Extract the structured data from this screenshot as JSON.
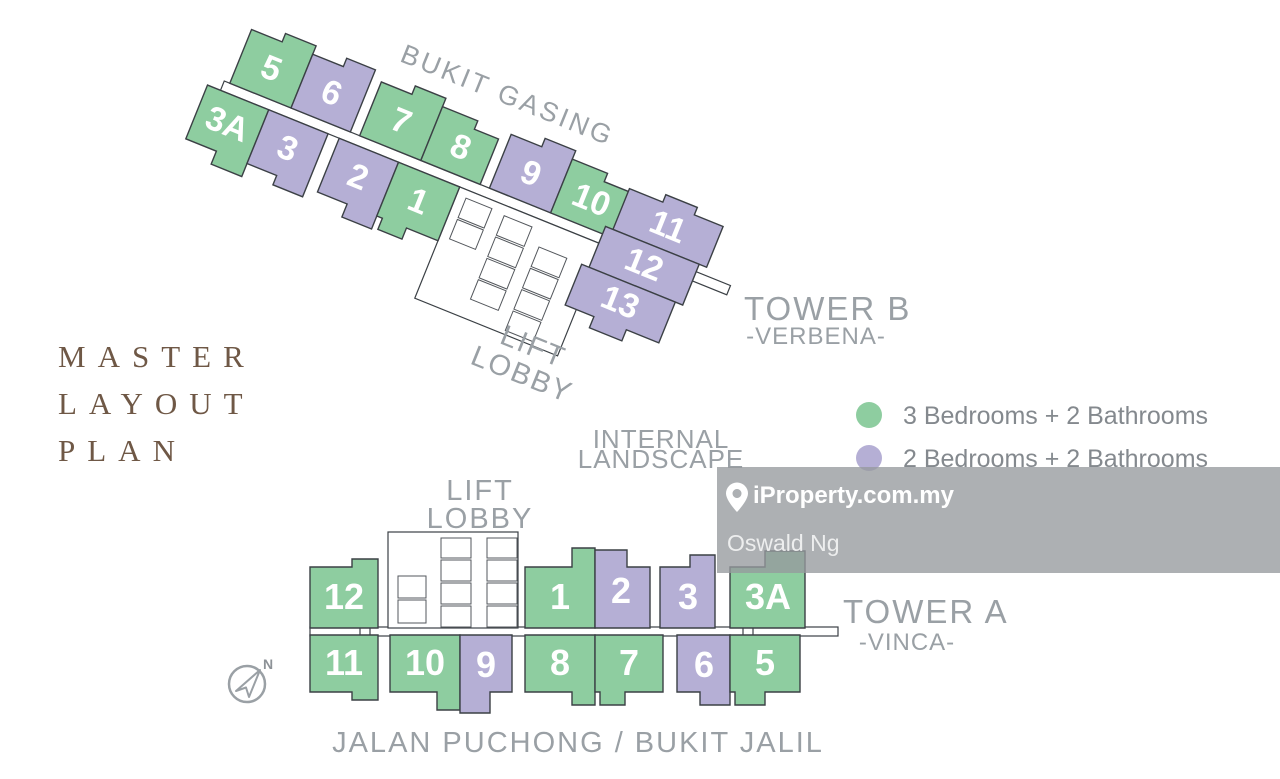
{
  "title": {
    "line1": "MASTER",
    "line2": "LAYOUT",
    "line3": "PLAN"
  },
  "site_labels": {
    "bukit_gasing": "BUKIT GASING",
    "internal_landscape_1": "INTERNAL",
    "internal_landscape_2": "LANDSCAPE",
    "road": "JALAN PUCHONG / BUKIT JALIL",
    "lift_1": "LIFT",
    "lift_2": "LOBBY",
    "north": "N"
  },
  "tower_b": {
    "name": "TOWER B",
    "subtitle": "-VERBENA-",
    "units": [
      {
        "label": "5",
        "type": "3br"
      },
      {
        "label": "6",
        "type": "2br"
      },
      {
        "label": "7",
        "type": "3br"
      },
      {
        "label": "8",
        "type": "3br"
      },
      {
        "label": "9",
        "type": "2br"
      },
      {
        "label": "10",
        "type": "3br"
      },
      {
        "label": "11",
        "type": "2br"
      },
      {
        "label": "12",
        "type": "2br"
      },
      {
        "label": "13",
        "type": "2br"
      },
      {
        "label": "3A",
        "type": "3br"
      },
      {
        "label": "3",
        "type": "2br"
      },
      {
        "label": "2",
        "type": "2br"
      },
      {
        "label": "1",
        "type": "3br"
      }
    ]
  },
  "tower_a": {
    "name": "TOWER A",
    "subtitle": "-VINCA-",
    "units": [
      {
        "label": "12",
        "type": "3br"
      },
      {
        "label": "1",
        "type": "3br"
      },
      {
        "label": "2",
        "type": "2br"
      },
      {
        "label": "3",
        "type": "2br"
      },
      {
        "label": "3A",
        "type": "3br"
      },
      {
        "label": "11",
        "type": "3br"
      },
      {
        "label": "10",
        "type": "3br"
      },
      {
        "label": "9",
        "type": "2br"
      },
      {
        "label": "8",
        "type": "3br"
      },
      {
        "label": "7",
        "type": "3br"
      },
      {
        "label": "6",
        "type": "2br"
      },
      {
        "label": "5",
        "type": "3br"
      }
    ]
  },
  "legend": {
    "items": [
      {
        "label": "3 Bedrooms + 2 Bathrooms",
        "color": "#8ecda0"
      },
      {
        "label": "2 Bedrooms + 2 Bathrooms",
        "color": "#b5afd5"
      }
    ]
  },
  "watermark": {
    "brand": "iProperty.com.my",
    "agent": "Oswald Ng"
  },
  "colors": {
    "unit_3_bedroom": "#8ecda0",
    "unit_2_bedroom": "#b5afd5",
    "unit_outline": "#3b4045",
    "label_gray": "#9aa0a5",
    "legend_text_gray": "#84898e",
    "title_brown": "#6f5846",
    "watermark_box": "rgba(150,154,158,0.78)"
  }
}
